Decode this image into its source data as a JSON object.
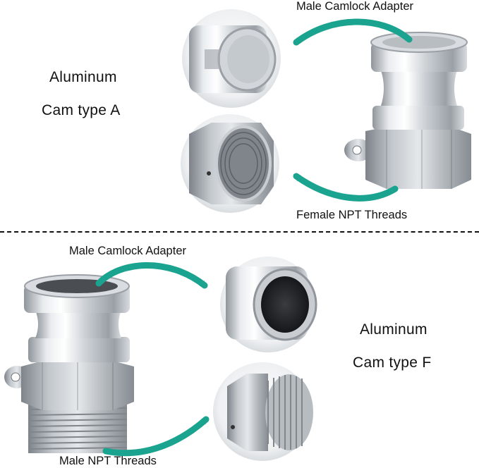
{
  "top": {
    "title_line1": "Aluminum",
    "title_line2": "Cam type A",
    "callout_upper": "Male Camlock Adapter",
    "callout_lower": "Female NPT Threads"
  },
  "bottom": {
    "title_line1": "Aluminum",
    "title_line2": "Cam type F",
    "callout_upper": "Male Camlock Adapter",
    "callout_lower": "Male NPT Threads"
  },
  "colors": {
    "arrow": "#1aa38f",
    "divider": "#111111",
    "metal_light": "#e9ecef",
    "metal_mid": "#b9bec4",
    "metal_dark": "#6e747a"
  }
}
